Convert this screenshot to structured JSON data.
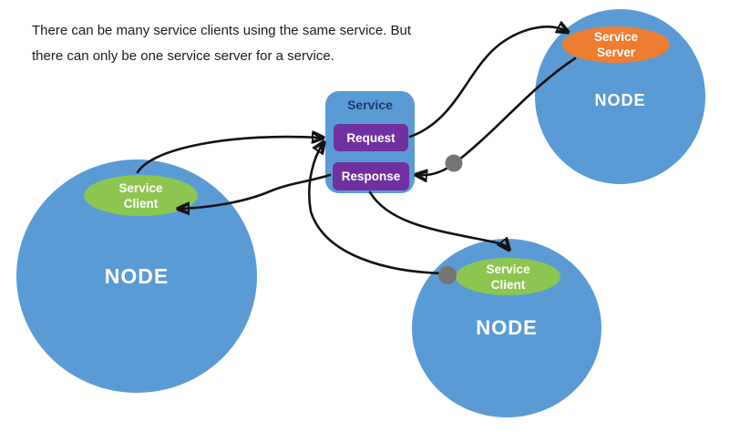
{
  "caption": {
    "line1": "There can be many service clients using the same service. But",
    "line2": "there can only be one service server for a service."
  },
  "service": {
    "title": "Service",
    "request": "Request",
    "response": "Response"
  },
  "nodes": {
    "left": {
      "label": "NODE",
      "ellipse_line1": "Service",
      "ellipse_line2": "Client"
    },
    "top_right": {
      "label": "NODE",
      "ellipse_line1": "Service",
      "ellipse_line2": "Server"
    },
    "bottom_right": {
      "label": "NODE",
      "ellipse_line1": "Service",
      "ellipse_line2": "Client"
    }
  },
  "colors": {
    "node_blue": "#5B9BD5",
    "client_green": "#8CC650",
    "server_orange": "#ED7D31",
    "message_purple": "#7030A0",
    "service_title_navy": "#1F3864",
    "arrow_black": "#121212",
    "junction_gray": "#757575"
  }
}
